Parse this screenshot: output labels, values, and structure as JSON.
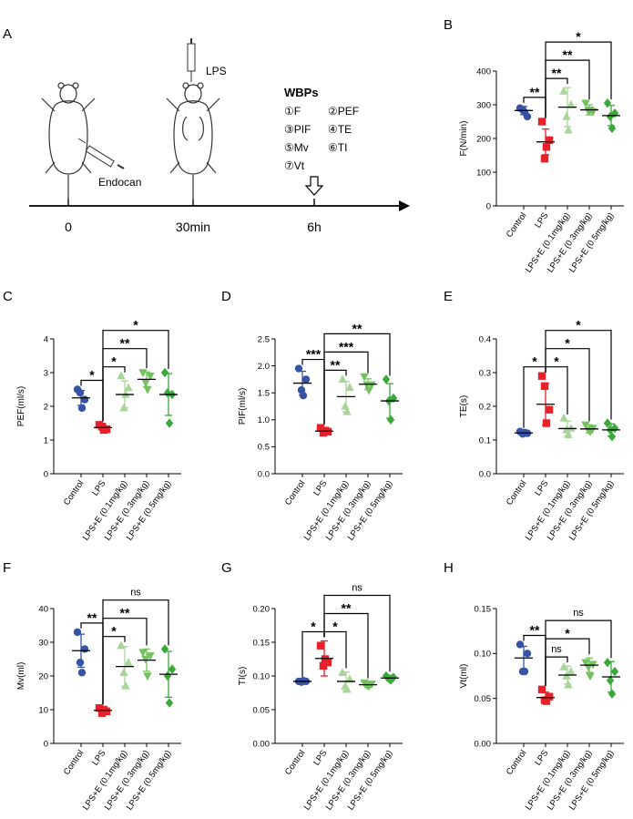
{
  "panel_labels": [
    "A",
    "B",
    "C",
    "D",
    "E",
    "F",
    "G",
    "H"
  ],
  "schematic": {
    "lps_label": "LPS",
    "endocan_label": "Endocan",
    "wbp_title": "WBPs",
    "wbp_items": [
      "①F",
      "②PEF",
      "③PIF",
      "④TE",
      "⑤Mv",
      "⑥TI",
      "⑦Vt"
    ],
    "timeline_labels": [
      "0",
      "30min",
      "6h"
    ]
  },
  "colors": {
    "Control": "#3753a4",
    "LPS": "#e8202a",
    "LPS+E (0.1mg/kg)": "#a9d59a",
    "LPS+E (0.3mg/kg)": "#74c25f",
    "LPS+E (0.5mg/kg)": "#3aa93a"
  },
  "chart_data": [
    {
      "panel": "B",
      "type": "scatter",
      "ylabel": "F(N/min)",
      "categories": [
        "Control",
        "LPS",
        "LPS+E (0.1mg/kg)",
        "LPS+E (0.3mg/kg)",
        "LPS+E (0.5mg/kg)"
      ],
      "yticks": [
        "0",
        "100",
        "200",
        "300",
        "400"
      ],
      "ylim": [
        0,
        400
      ],
      "points": [
        [
          290,
          265,
          285,
          278
        ],
        [
          250,
          195,
          140,
          175
        ],
        [
          340,
          300,
          265,
          225
        ],
        [
          305,
          280,
          282,
          285
        ],
        [
          305,
          275,
          265,
          230
        ]
      ],
      "mean": [
        283,
        190,
        293,
        285,
        268
      ],
      "sd": [
        12,
        38,
        58,
        15,
        30
      ],
      "brackets": [
        {
          "g1": 1,
          "g2": 2,
          "label": "**"
        },
        {
          "g1": 0,
          "g2": 1,
          "label": "**"
        },
        {
          "g1": 1,
          "g2": 3,
          "label": "**"
        },
        {
          "g1": 1,
          "g2": 4,
          "label": "*"
        }
      ]
    },
    {
      "panel": "C",
      "type": "scatter",
      "ylabel": "PEF(ml/s)",
      "categories": [
        "Control",
        "LPS",
        "LPS+E (0.1mg/kg)",
        "LPS+E (0.3mg/kg)",
        "LPS+E (0.5mg/kg)"
      ],
      "yticks": [
        "0",
        "1",
        "2",
        "3",
        "4"
      ],
      "ylim": [
        0,
        4
      ],
      "points": [
        [
          2.5,
          2.2,
          2.4,
          1.95
        ],
        [
          1.45,
          1.32,
          1.4,
          1.3
        ],
        [
          2.9,
          2.55,
          1.95,
          2.35
        ],
        [
          3.0,
          2.9,
          2.7,
          2.5
        ],
        [
          3.0,
          2.35,
          2.4,
          1.5
        ]
      ],
      "mean": [
        2.25,
        1.37,
        2.35,
        2.8,
        2.35
      ],
      "sd": [
        0.22,
        0.08,
        0.4,
        0.22,
        0.62
      ],
      "brackets": [
        {
          "g1": 0,
          "g2": 1,
          "label": "*"
        },
        {
          "g1": 1,
          "g2": 2,
          "label": "*"
        },
        {
          "g1": 1,
          "g2": 3,
          "label": "**"
        },
        {
          "g1": 1,
          "g2": 4,
          "label": "*"
        }
      ]
    },
    {
      "panel": "D",
      "type": "scatter",
      "ylabel": "PIF(ml/s)",
      "categories": [
        "Control",
        "LPS",
        "LPS+E (0.1mg/kg)",
        "LPS+E (0.3mg/kg)",
        "LPS+E (0.5mg/kg)"
      ],
      "yticks": [
        "0.0",
        "0.5",
        "1.0",
        "1.5",
        "2.0",
        "2.5"
      ],
      "ylim": [
        0,
        2.5
      ],
      "points": [
        [
          1.95,
          1.75,
          1.55,
          1.45
        ],
        [
          0.85,
          0.78,
          0.76,
          0.8
        ],
        [
          1.75,
          1.6,
          1.25,
          1.15
        ],
        [
          1.8,
          1.65,
          1.65,
          1.55
        ],
        [
          1.75,
          1.4,
          1.35,
          1.0
        ]
      ],
      "mean": [
        1.68,
        0.79,
        1.43,
        1.66,
        1.35
      ],
      "sd": [
        0.22,
        0.04,
        0.28,
        0.1,
        0.32
      ],
      "brackets": [
        {
          "g1": 1,
          "g2": 2,
          "label": "**"
        },
        {
          "g1": 0,
          "g2": 1,
          "label": "***"
        },
        {
          "g1": 1,
          "g2": 3,
          "label": "***"
        },
        {
          "g1": 1,
          "g2": 4,
          "label": "**"
        }
      ]
    },
    {
      "panel": "E",
      "type": "scatter",
      "ylabel": "TE(s)",
      "categories": [
        "Control",
        "LPS",
        "LPS+E (0.1mg/kg)",
        "LPS+E (0.3mg/kg)",
        "LPS+E (0.5mg/kg)"
      ],
      "yticks": [
        "0.0",
        "0.1",
        "0.2",
        "0.3",
        "0.4"
      ],
      "ylim": [
        0,
        0.4
      ],
      "points": [
        [
          0.125,
          0.12,
          0.118,
          0.122
        ],
        [
          0.29,
          0.19,
          0.26,
          0.15
        ],
        [
          0.165,
          0.135,
          0.13,
          0.115
        ],
        [
          0.145,
          0.135,
          0.13,
          0.125
        ],
        [
          0.15,
          0.135,
          0.13,
          0.11
        ]
      ],
      "mean": [
        0.121,
        0.206,
        0.134,
        0.133,
        0.13
      ],
      "sd": [
        0.004,
        0.062,
        0.022,
        0.012,
        0.018
      ],
      "brackets": [
        {
          "g1": 0,
          "g2": 1,
          "label": "*"
        },
        {
          "g1": 1,
          "g2": 2,
          "label": "*"
        },
        {
          "g1": 1,
          "g2": 3,
          "label": "*"
        },
        {
          "g1": 1,
          "g2": 4,
          "label": "*"
        }
      ]
    },
    {
      "panel": "F",
      "type": "scatter",
      "ylabel": "Mv(ml)",
      "categories": [
        "Control",
        "LPS",
        "LPS+E (0.1mg/kg)",
        "LPS+E (0.3mg/kg)",
        "LPS+E (0.5mg/kg)"
      ],
      "yticks": [
        "0",
        "10",
        "20",
        "30",
        "40"
      ],
      "ylim": [
        0,
        40
      ],
      "points": [
        [
          33,
          28,
          24,
          21
        ],
        [
          10.5,
          9.5,
          9.0,
          10.0
        ],
        [
          29,
          24,
          21,
          17
        ],
        [
          27,
          26,
          25,
          20
        ],
        [
          28,
          22,
          20,
          12
        ]
      ],
      "mean": [
        27.5,
        9.8,
        22.8,
        24.7,
        20.5
      ],
      "sd": [
        4.9,
        0.6,
        5.9,
        3.3,
        6.8
      ],
      "brackets": [
        {
          "g1": 0,
          "g2": 1,
          "label": "**"
        },
        {
          "g1": 1,
          "g2": 2,
          "label": "*"
        },
        {
          "g1": 1,
          "g2": 3,
          "label": "**"
        },
        {
          "g1": 1,
          "g2": 4,
          "label": "ns"
        }
      ]
    },
    {
      "panel": "G",
      "type": "scatter",
      "ylabel": "TI(s)",
      "categories": [
        "Control",
        "LPS",
        "LPS+E (0.1mg/kg)",
        "LPS+E (0.3mg/kg)",
        "LPS+E (0.5mg/kg)"
      ],
      "yticks": [
        "0.00",
        "0.05",
        "0.10",
        "0.15",
        "0.20"
      ],
      "ylim": [
        0,
        0.2
      ],
      "points": [
        [
          0.092,
          0.092,
          0.091,
          0.093
        ],
        [
          0.145,
          0.12,
          0.115,
          0.125
        ],
        [
          0.105,
          0.095,
          0.085,
          0.08
        ],
        [
          0.09,
          0.088,
          0.086,
          0.085
        ],
        [
          0.1,
          0.098,
          0.096,
          0.094
        ]
      ],
      "mean": [
        0.092,
        0.126,
        0.092,
        0.087,
        0.097
      ],
      "sd": [
        0.001,
        0.026,
        0.014,
        0.004,
        0.004
      ],
      "brackets": [
        {
          "g1": 0,
          "g2": 1,
          "label": "*"
        },
        {
          "g1": 1,
          "g2": 2,
          "label": "*"
        },
        {
          "g1": 1,
          "g2": 3,
          "label": "**"
        },
        {
          "g1": 1,
          "g2": 4,
          "label": "ns"
        }
      ]
    },
    {
      "panel": "H",
      "type": "scatter",
      "ylabel": "Vt(ml)",
      "categories": [
        "Control",
        "LPS",
        "LPS+E (0.1mg/kg)",
        "LPS+E (0.3mg/kg)",
        "LPS+E (0.5mg/kg)"
      ],
      "yticks": [
        "0.00",
        "0.05",
        "0.10",
        "0.15"
      ],
      "ylim": [
        0,
        0.15
      ],
      "points": [
        [
          0.11,
          0.1,
          0.08,
          0.08
        ],
        [
          0.06,
          0.052,
          0.048,
          0.047
        ],
        [
          0.085,
          0.08,
          0.075,
          0.065
        ],
        [
          0.09,
          0.088,
          0.085,
          0.075
        ],
        [
          0.09,
          0.08,
          0.07,
          0.055
        ]
      ],
      "mean": [
        0.095,
        0.051,
        0.076,
        0.087,
        0.074
      ],
      "sd": [
        0.013,
        0.006,
        0.01,
        0.008,
        0.017
      ],
      "brackets": [
        {
          "g1": 0,
          "g2": 1,
          "label": "**"
        },
        {
          "g1": 1,
          "g2": 2,
          "label": "ns"
        },
        {
          "g1": 1,
          "g2": 3,
          "label": "*"
        },
        {
          "g1": 1,
          "g2": 4,
          "label": "ns"
        }
      ]
    }
  ]
}
